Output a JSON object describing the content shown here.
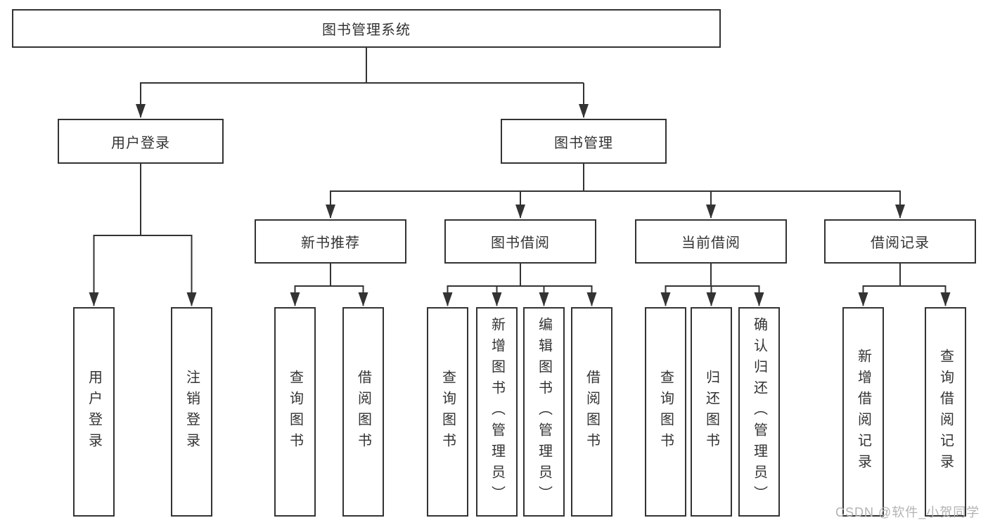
{
  "diagram": {
    "root": {
      "label": "图书管理系统"
    },
    "user_login_branch": {
      "label": "用户登录",
      "children": [
        {
          "label": "用户登录"
        },
        {
          "label": "注销登录"
        }
      ]
    },
    "book_mgmt_branch": {
      "label": "图书管理",
      "groups": [
        {
          "label": "新书推荐",
          "children": [
            {
              "label": "查询图书"
            },
            {
              "label": "借阅图书"
            }
          ]
        },
        {
          "label": "图书借阅",
          "children": [
            {
              "label": "查询图书"
            },
            {
              "label": "新增图书（管理员）"
            },
            {
              "label": "编辑图书（管理员）"
            },
            {
              "label": "借阅图书"
            }
          ]
        },
        {
          "label": "当前借阅",
          "children": [
            {
              "label": "查询图书"
            },
            {
              "label": "归还图书"
            },
            {
              "label": "确认归还（管理员）"
            }
          ]
        },
        {
          "label": "借阅记录",
          "children": [
            {
              "label": "新增借阅记录"
            },
            {
              "label": "查询借阅记录"
            }
          ]
        }
      ]
    }
  },
  "watermark": {
    "text": "CSDN @软件_小贺同学"
  },
  "colors": {
    "line": "#333333",
    "box_border": "#333333",
    "box_background": "#ffffff",
    "text": "#333333",
    "watermark": "#b3b3b3",
    "background": "#ffffff"
  }
}
